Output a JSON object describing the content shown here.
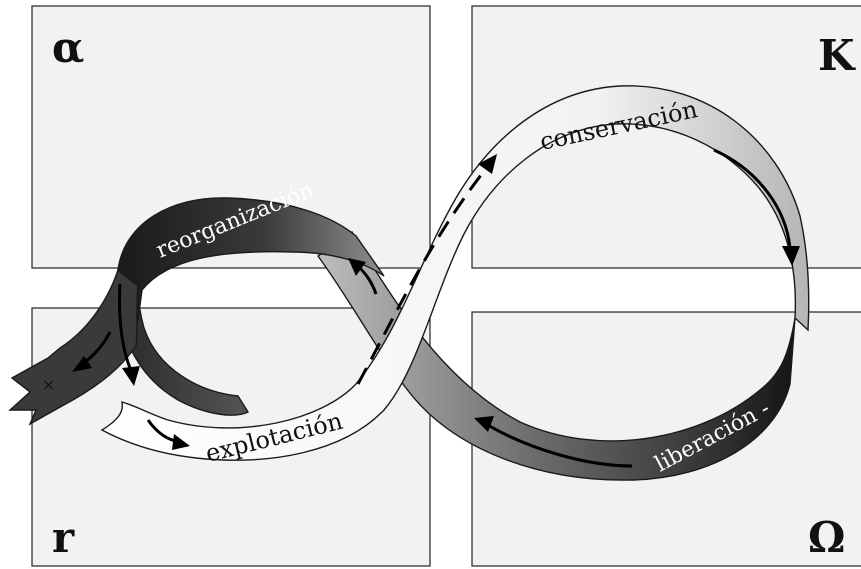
{
  "corners": {
    "top_left": "α",
    "top_right": "K",
    "bottom_left": "r",
    "bottom_right": "Ω"
  },
  "phases": {
    "reorganization": "reorganización",
    "conservation": "conservación",
    "exploitation": "explotación",
    "release": "liberación -"
  },
  "exit_marker": "×"
}
